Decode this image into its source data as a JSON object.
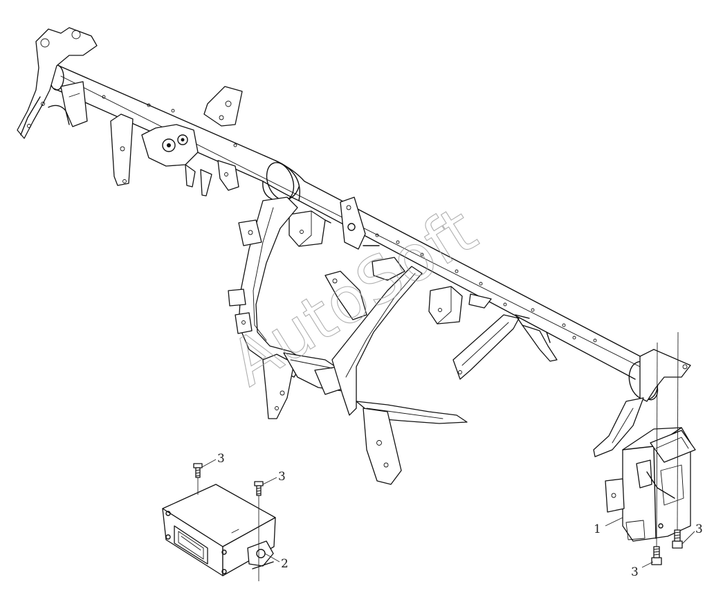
{
  "watermark": {
    "text": "AutoSoft"
  },
  "callouts": [
    {
      "id": "c1",
      "label": "1"
    },
    {
      "id": "c2",
      "label": "2"
    },
    {
      "id": "c3a",
      "label": "3"
    },
    {
      "id": "c3b",
      "label": "3"
    },
    {
      "id": "c3c",
      "label": "3"
    },
    {
      "id": "c3d",
      "label": "3"
    }
  ]
}
